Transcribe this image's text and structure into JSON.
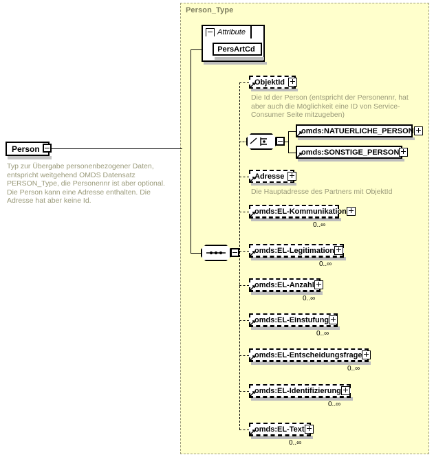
{
  "diagram": {
    "kind": "xsd-schema-diagram",
    "title": "Person_Type",
    "background_color": "#ffffcc",
    "border_color": "#9a9a78",
    "annotation_color": "#9a9a7a"
  },
  "root": {
    "name": "Person",
    "toggle": "collapse-minus",
    "annotation": "Typ zur Übergabe personenbezogener Daten, entspricht weitgehend OMDS Datensatz PERSON_Type, die Personennr ist aber optional. Die Person kann eine Adresse enthalten. Die Adresse hat aber keine Id."
  },
  "attribute_group": {
    "label": "Attribute",
    "toggle": "collapse-minus",
    "attributes": [
      {
        "name": "PersArtCd"
      }
    ]
  },
  "compositors": {
    "choice": {
      "kind": "choice",
      "toggle": "collapse-minus"
    },
    "sequence": {
      "kind": "sequence",
      "toggle": "collapse-minus"
    }
  },
  "elements": [
    {
      "name": "ObjektId",
      "border": "dashed",
      "optional": true,
      "repeating": false,
      "toggle": "expand-plus",
      "multiplicity": "",
      "annotation": "Die Id der Person (entspricht der Personennr, hat aber auch die Möglichkeit eine ID von Service-Consumer Seite mitzugeben)"
    },
    {
      "name": "omds:NATUERLICHE_PERSON",
      "border": "solid",
      "optional": false,
      "repeating": false,
      "toggle": "expand-plus",
      "multiplicity": "",
      "annotation": ""
    },
    {
      "name": "omds:SONSTIGE_PERSON",
      "border": "solid",
      "optional": false,
      "repeating": false,
      "toggle": "expand-plus",
      "multiplicity": "",
      "annotation": ""
    },
    {
      "name": "Adresse",
      "border": "dashed",
      "optional": true,
      "repeating": false,
      "toggle": "expand-plus",
      "multiplicity": "",
      "annotation": "Die Hauptadresse des Partners mit ObjektId"
    },
    {
      "name": "omds:EL-Kommunikation",
      "border": "dashed",
      "optional": true,
      "repeating": true,
      "toggle": "expand-plus",
      "multiplicity": "0..∞",
      "annotation": ""
    },
    {
      "name": "omds:EL-Legitimation",
      "border": "dashed",
      "optional": true,
      "repeating": true,
      "toggle": "expand-plus",
      "multiplicity": "0..∞",
      "annotation": ""
    },
    {
      "name": "omds:EL-Anzahl",
      "border": "dashed",
      "optional": true,
      "repeating": true,
      "toggle": "expand-plus",
      "multiplicity": "0..∞",
      "annotation": ""
    },
    {
      "name": "omds:EL-Einstufung",
      "border": "dashed",
      "optional": true,
      "repeating": true,
      "toggle": "expand-plus",
      "multiplicity": "0..∞",
      "annotation": ""
    },
    {
      "name": "omds:EL-Entscheidungsfrage",
      "border": "dashed",
      "optional": true,
      "repeating": true,
      "toggle": "expand-plus",
      "multiplicity": "0..∞",
      "annotation": ""
    },
    {
      "name": "omds:EL-Identifizierung",
      "border": "dashed",
      "optional": true,
      "repeating": true,
      "toggle": "expand-plus",
      "multiplicity": "0..∞",
      "annotation": ""
    },
    {
      "name": "omds:EL-Text",
      "border": "dashed",
      "optional": true,
      "repeating": true,
      "toggle": "expand-plus",
      "multiplicity": "0..∞",
      "annotation": ""
    }
  ]
}
